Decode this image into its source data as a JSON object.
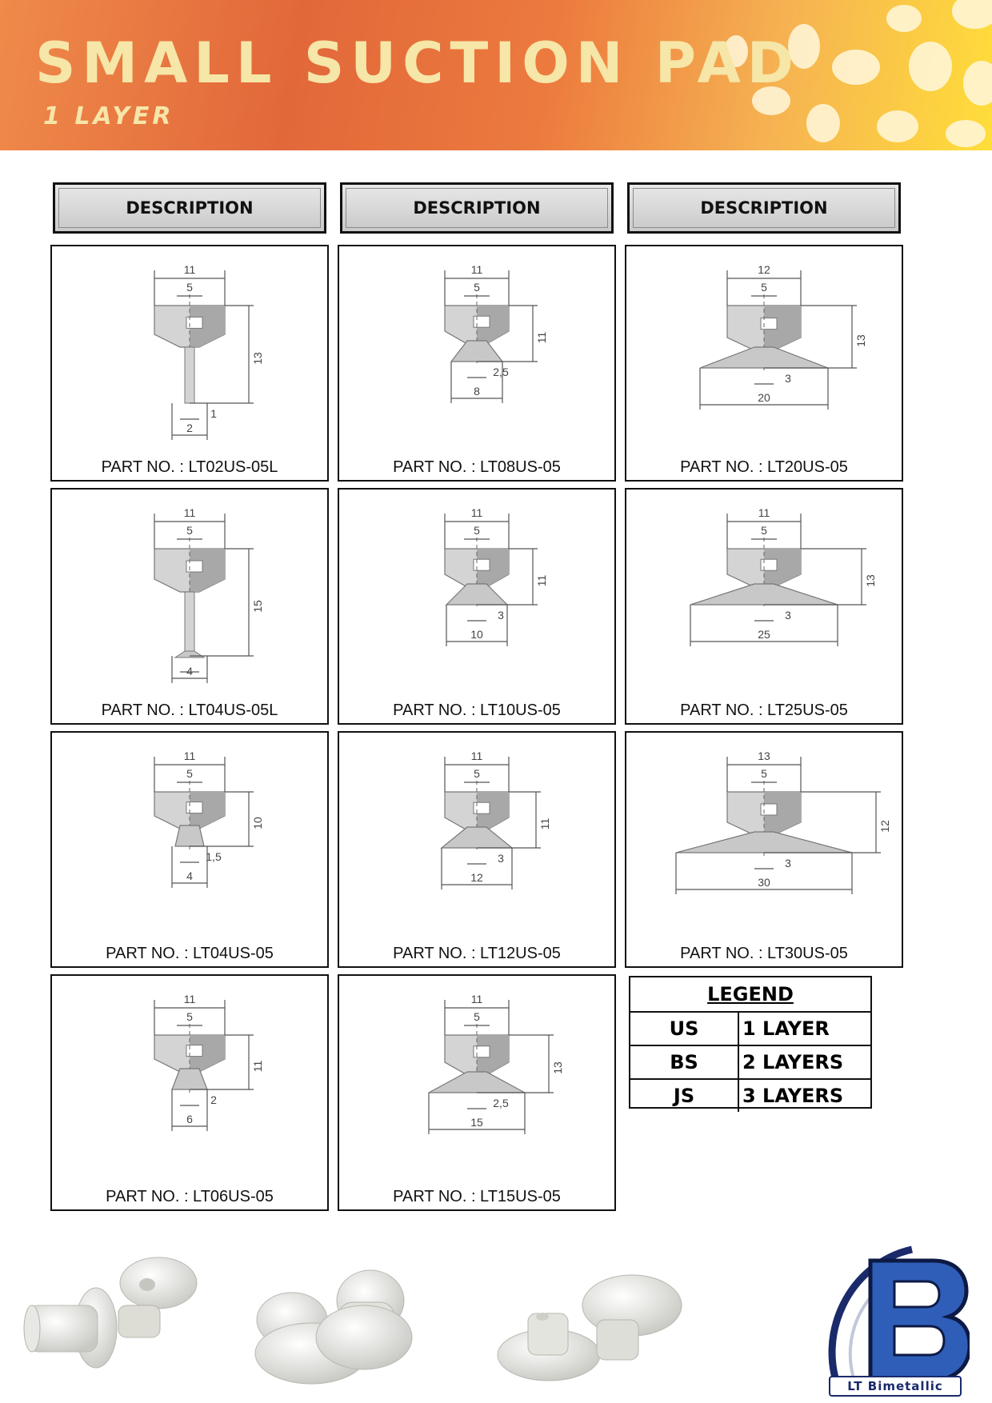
{
  "header": {
    "title": "SMALL SUCTION PAD",
    "subtitle": "1 LAYER"
  },
  "columns": [
    "DESCRIPTION",
    "DESCRIPTION",
    "DESCRIPTION"
  ],
  "parts": [
    {
      "label": "PART NO. : LT02US-05L",
      "dims": {
        "top": "11",
        "inner": "5",
        "height": "13",
        "bottom_a": "1",
        "bottom_b": "2"
      }
    },
    {
      "label": "PART NO. : LT08US-05",
      "dims": {
        "top": "11",
        "inner": "5",
        "height": "11",
        "bottom_a": "2,5",
        "bottom_b": "8"
      }
    },
    {
      "label": "PART NO. : LT20US-05",
      "dims": {
        "top": "12",
        "inner": "5",
        "height": "13",
        "bottom_a": "3",
        "bottom_b": "20"
      }
    },
    {
      "label": "PART NO. : LT04US-05L",
      "dims": {
        "top": "11",
        "inner": "5",
        "height": "15",
        "bottom_a": "",
        "bottom_b": "4"
      }
    },
    {
      "label": "PART NO. : LT10US-05",
      "dims": {
        "top": "11",
        "inner": "5",
        "height": "11",
        "bottom_a": "3",
        "bottom_b": "10"
      }
    },
    {
      "label": "PART NO. : LT25US-05",
      "dims": {
        "top": "11",
        "inner": "5",
        "height": "13",
        "bottom_a": "3",
        "bottom_b": "25"
      }
    },
    {
      "label": "PART NO. : LT04US-05",
      "dims": {
        "top": "11",
        "inner": "5",
        "height": "10",
        "bottom_a": "1,5",
        "bottom_b": "4"
      }
    },
    {
      "label": "PART NO. : LT12US-05",
      "dims": {
        "top": "11",
        "inner": "5",
        "height": "11",
        "bottom_a": "3",
        "bottom_b": "12"
      }
    },
    {
      "label": "PART NO. : LT30US-05",
      "dims": {
        "top": "13",
        "inner": "5",
        "height": "12",
        "bottom_a": "3",
        "bottom_b": "30"
      }
    },
    {
      "label": "PART NO. : LT06US-05",
      "dims": {
        "top": "11",
        "inner": "5",
        "height": "11",
        "bottom_a": "2",
        "bottom_b": "6"
      }
    },
    {
      "label": "PART NO. : LT15US-05",
      "dims": {
        "top": "11",
        "inner": "5",
        "height": "13",
        "bottom_a": "2,5",
        "bottom_b": "15"
      }
    }
  ],
  "legend": {
    "title": "LEGEND",
    "rows": [
      {
        "code": "US",
        "meaning": "1 LAYER"
      },
      {
        "code": "BS",
        "meaning": "2 LAYERS"
      },
      {
        "code": "JS",
        "meaning": "3 LAYERS"
      }
    ]
  },
  "logo": {
    "letter": "B",
    "text": "LT Bimetallic"
  }
}
